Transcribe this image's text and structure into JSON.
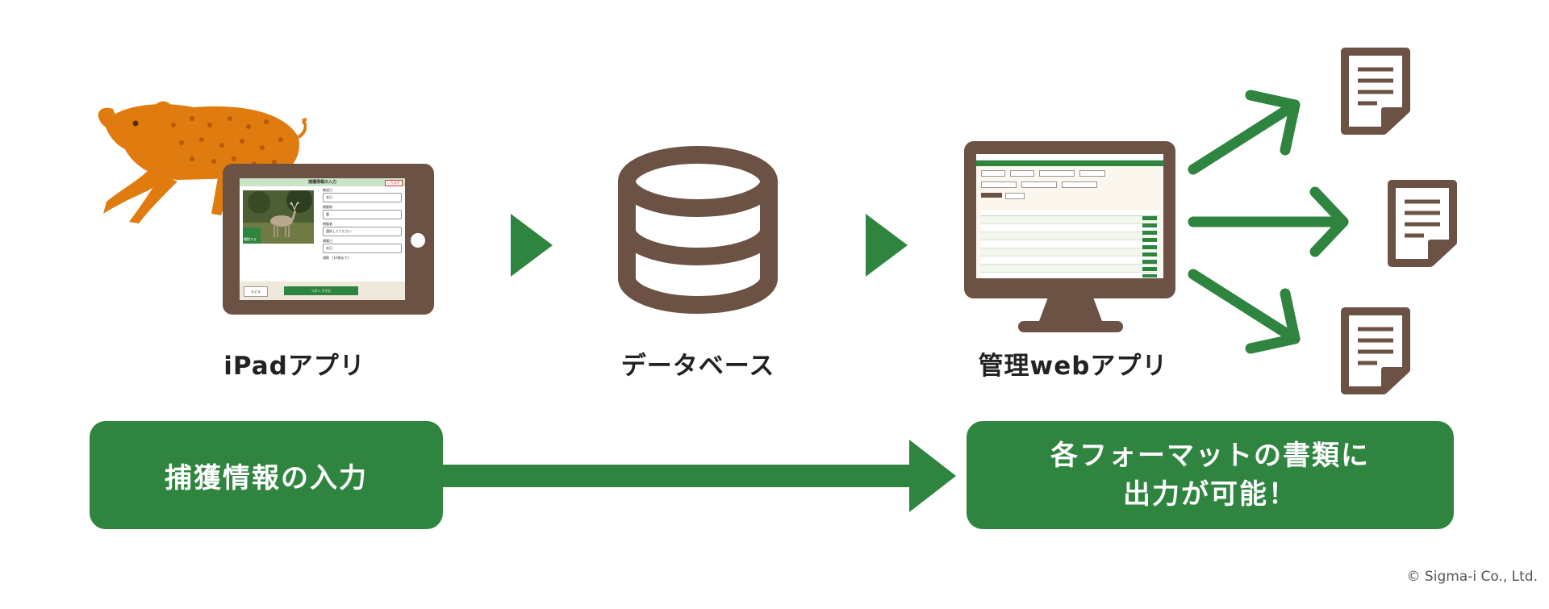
{
  "labels": {
    "ipad": "iPadアプリ",
    "database": "データベース",
    "webapp": "管理webアプリ"
  },
  "boxes": {
    "input": "捕獲情報の入力",
    "output_line1": "各フォーマットの書類に",
    "output_line2": "出力が可能！"
  },
  "ipad_screen": {
    "title": "捕獲情報の入力",
    "corner_button": "いちまを",
    "fields": [
      {
        "label": "確認日",
        "value": "本日"
      },
      {
        "label": "捕獲物",
        "value": "鹿"
      },
      {
        "label": "捕獲者",
        "value": "選択してください"
      },
      {
        "label": "捕獲日",
        "value": "本日"
      }
    ],
    "count_label": "頭数　(10頭まで)",
    "photo_button": "撮影する",
    "back_button": "もどる",
    "next_button": "つぎへ すすむ"
  },
  "copyright": "© Sigma-i Co., Ltd.",
  "colors": {
    "green": "#2f8540",
    "brown": "#6b5244",
    "boar": "#e07b10"
  },
  "icons": [
    "boar-icon",
    "tablet-icon",
    "database-icon",
    "monitor-icon",
    "document-icon",
    "arrow-icon"
  ]
}
